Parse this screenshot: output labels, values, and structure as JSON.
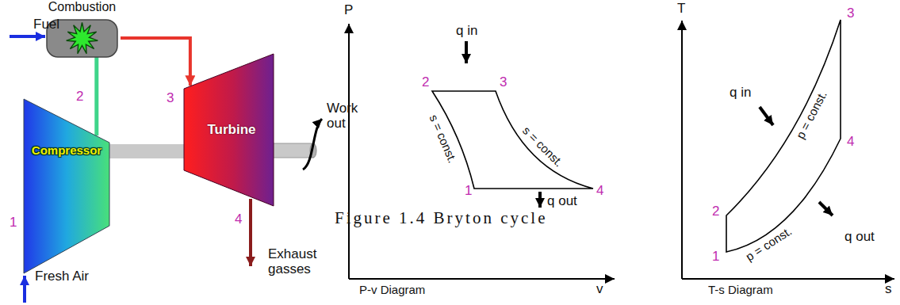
{
  "diagram": {
    "caption": "Figure 1.4 Bryton cycle",
    "nodes": [
      {
        "text": [
          "Combustion"
        ]
      },
      {
        "text": [
          "Compressor"
        ]
      },
      {
        "text": [
          "Turbine"
        ]
      }
    ],
    "edges": [
      {
        "from": 1,
        "to": 0,
        "arrow": "none"
      },
      {
        "from": 0,
        "to": 2,
        "arrow": "to"
      },
      {
        "from": 1,
        "to": 2,
        "arrow": "none"
      }
    ],
    "labels": [
      "Fuel",
      "2",
      "3",
      "Work out",
      "1",
      "4",
      "Fresh Air",
      "Exhaust gasses",
      "P",
      "q in",
      "2",
      "3",
      "s = const.",
      "s = const.",
      "1",
      "4",
      "q out",
      "v",
      "P-v Diagram",
      "T",
      "3",
      "q in",
      "p = const.",
      "4",
      "2",
      "q out",
      "1",
      "p = const.",
      "s",
      "T-s Diagram"
    ]
  }
}
